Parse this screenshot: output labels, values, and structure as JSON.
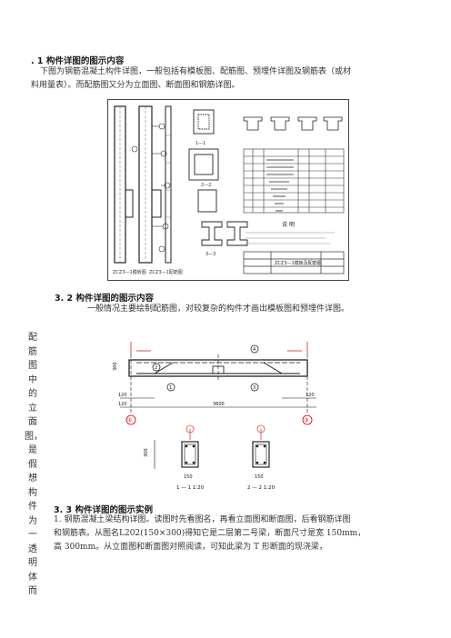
{
  "section1": {
    "heading": ". 1  构件详图的图示内容",
    "line1": "下图为钢筋混凝土构件详图，一般包括有模板图、配筋图、预埋件详图及钢筋表（或材",
    "line2": "料用量表）。而配筋图又分为立面图、断面图和钢筋详图。"
  },
  "section2": {
    "heading": "3. 2  构件详图的图示内容",
    "para": "一般情况主要绘制配筋图，对较复杂的构件才画出模板图和预埋件详图。"
  },
  "side_text": [
    "配",
    "筋",
    "图",
    "中",
    "的",
    "立",
    "面",
    "图，",
    "是",
    "假",
    "想",
    "构",
    "件",
    "为",
    "一",
    "透",
    "明",
    "体",
    "而"
  ],
  "section3": {
    "heading": "3. 3  构件详图的图示实例",
    "line1": "1. 钢筋混凝土梁结构详图。读图时先看图名，再看立面图和断面图，后看钢筋详图",
    "line2": "和钢筋表。从图名L202(150×300)得知它是二层第二号梁，断面尺寸是宽 150mm，",
    "line3": "高 300mm。从立面图和断面图对照阅读，可知此梁为 T 形断面的现浇梁，"
  },
  "drawing1": {
    "label_note": "说  明",
    "label_bl1": "ZCZ3—1模板图",
    "label_bl2": "ZCZ3—1配筋图",
    "section_1": "1—1",
    "section_2": "2—2",
    "section_3": "3—3",
    "title_block": "ZCZ3—1模板及配筋图"
  },
  "drawing2": {
    "dim_total": "3600",
    "dim_120": "120",
    "dim_300": "300",
    "dim_150": "150",
    "axis_1": "1",
    "axis_2": "2",
    "axis_3": "3",
    "axis_4": "4",
    "sec1_label": "1 — 1  1:20",
    "sec2_label": "2 — 2  1:20",
    "axis_A": "①",
    "axis_B": "③"
  }
}
